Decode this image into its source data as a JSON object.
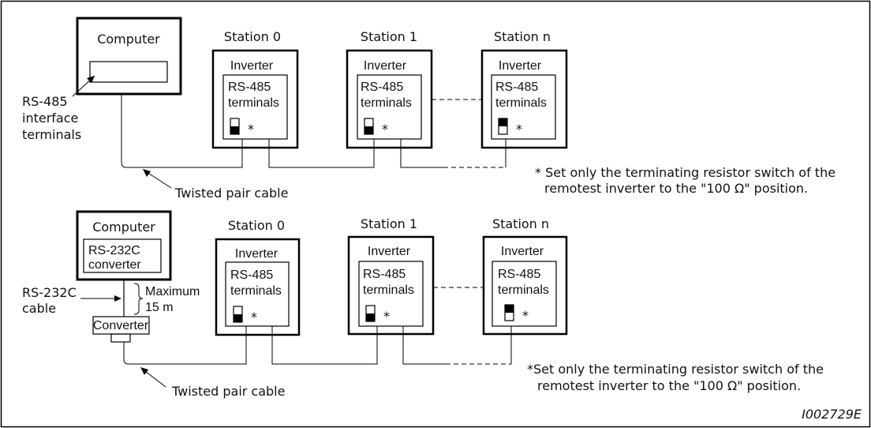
{
  "top": {
    "computer": {
      "title": "Computer"
    },
    "interface_label": [
      "RS-485",
      "interface",
      "terminals"
    ],
    "stations": [
      {
        "label": "Station 0",
        "unit": "Inverter",
        "terminals": [
          "RS-485",
          "terminals"
        ],
        "switch_mark": "*",
        "switch": "off"
      },
      {
        "label": "Station 1",
        "unit": "Inverter",
        "terminals": [
          "RS-485",
          "terminals"
        ],
        "switch_mark": "*",
        "switch": "off"
      },
      {
        "label": "Station n",
        "unit": "Inverter",
        "terminals": [
          "RS-485",
          "terminals"
        ],
        "switch_mark": "*",
        "switch": "on"
      }
    ],
    "cable_label": "Twisted pair cable",
    "note": [
      "* Set only the terminating resistor switch of the",
      "remotest inverter to the \"100 Ω\" position."
    ]
  },
  "bottom": {
    "computer": {
      "title": "Computer",
      "converter_box": [
        "RS-232C",
        "converter"
      ]
    },
    "cable_label": [
      "RS-232C",
      "cable"
    ],
    "length_label": [
      "Maximum",
      "15 m"
    ],
    "converter_label": "Converter",
    "stations": [
      {
        "label": "Station 0",
        "unit": "Inverter",
        "terminals": [
          "RS-485",
          "terminals"
        ],
        "switch_mark": "*",
        "switch": "off"
      },
      {
        "label": "Station 1",
        "unit": "Inverter",
        "terminals": [
          "RS-485",
          "terminals"
        ],
        "switch_mark": "*",
        "switch": "off"
      },
      {
        "label": "Station n",
        "unit": "Inverter",
        "terminals": [
          "RS-485",
          "terminals"
        ],
        "switch_mark": "*",
        "switch": "on"
      }
    ],
    "twisted_label": "Twisted pair cable",
    "note": [
      "*Set only the terminating resistor switch of the",
      "remotest inverter to the \"100 Ω\" position."
    ]
  },
  "figure_id": "I002729E"
}
